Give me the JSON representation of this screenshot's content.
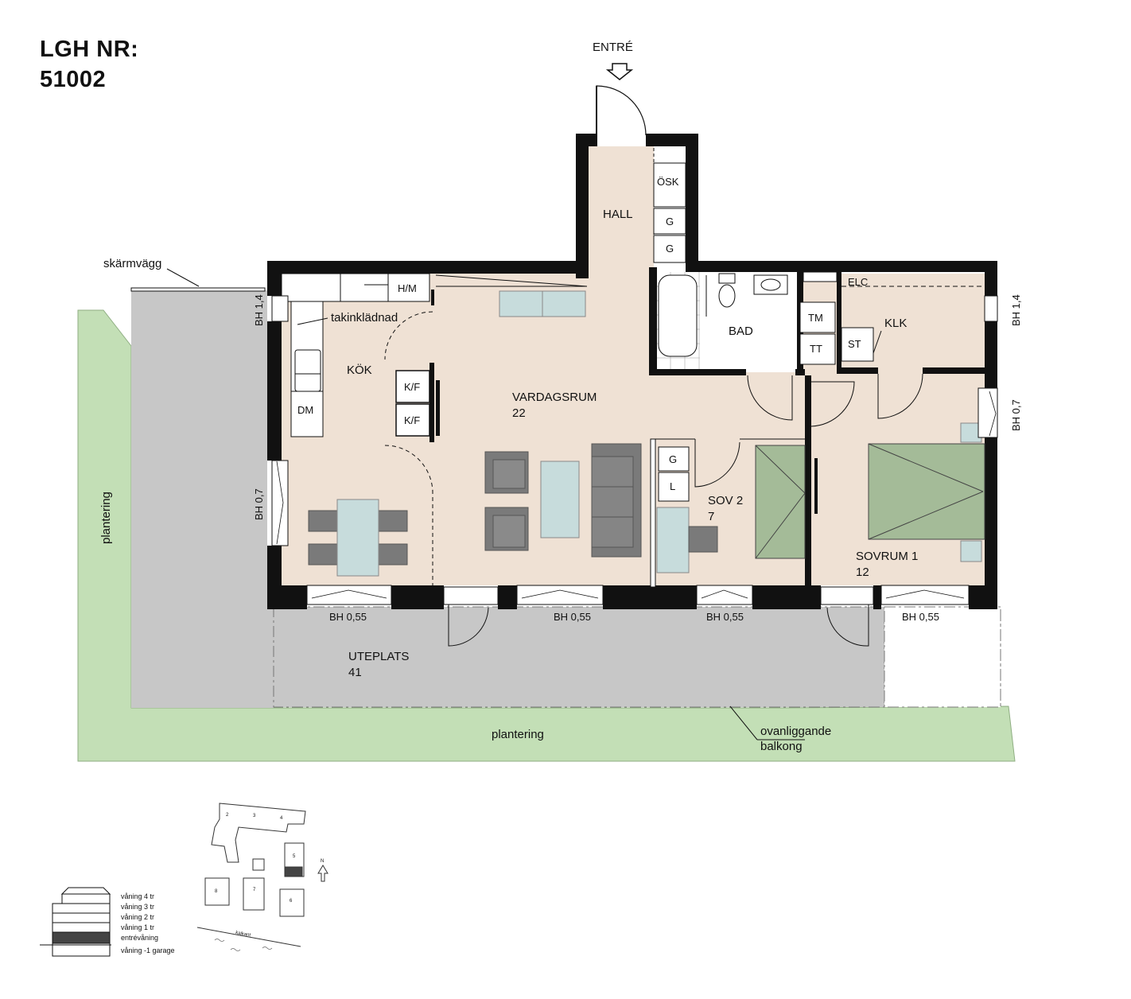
{
  "header": {
    "line1": "LGH NR:",
    "line2": "51002"
  },
  "labels": {
    "entre": "ENTRÉ",
    "skarmvagg": "skärmvägg",
    "takinkladnad": "takinklädnad",
    "plantering_left": "plantering",
    "plantering_bottom": "plantering",
    "ovanliggande_1": "ovanliggande",
    "ovanliggande_2": "balkong",
    "bh_left_top": "BH 1,4",
    "bh_left_mid": "BH 0,7",
    "bh_right_top": "BH 1,4",
    "bh_right_mid": "BH 0,7",
    "bh_bottom_1": "BH 0,55",
    "bh_bottom_2": "BH 0,55",
    "bh_bottom_3": "BH 0,55",
    "bh_bottom_4": "BH 0,55"
  },
  "rooms": {
    "hall": "HALL",
    "kok": "KÖK",
    "vardagsrum": "VARDAGSRUM",
    "vardagsrum_area": "22",
    "bad": "BAD",
    "klk": "KLK",
    "sov2": "SOV 2",
    "sov2_area": "7",
    "sovrum1": "SOVRUM 1",
    "sovrum1_area": "12",
    "uteplats": "UTEPLATS",
    "uteplats_area": "41"
  },
  "fixtures": {
    "osk": "ÖSK",
    "g1": "G",
    "g2": "G",
    "hm": "H/M",
    "dm": "DM",
    "kf1": "K/F",
    "kf2": "K/F",
    "elc": "ELC",
    "tm": "TM",
    "tt": "TT",
    "st": "ST",
    "g_sov": "G",
    "l_sov": "L"
  },
  "legend": {
    "floors": [
      "våning 4 tr",
      "våning 3 tr",
      "våning 2 tr",
      "våning 1 tr",
      "entrévåning",
      "våning -1 garage"
    ],
    "north": "N",
    "kajkant": "kajkant",
    "buildings": [
      "2",
      "3",
      "4",
      "5",
      "6",
      "7",
      "8"
    ]
  },
  "colors": {
    "floor": "#efe1d4",
    "wall": "#111111",
    "green": "#c3dfb6",
    "terrace": "#c7c7c7",
    "furniture": "#7a7a7a",
    "table": "#c7dcdc",
    "bed": "#a4bb98"
  }
}
